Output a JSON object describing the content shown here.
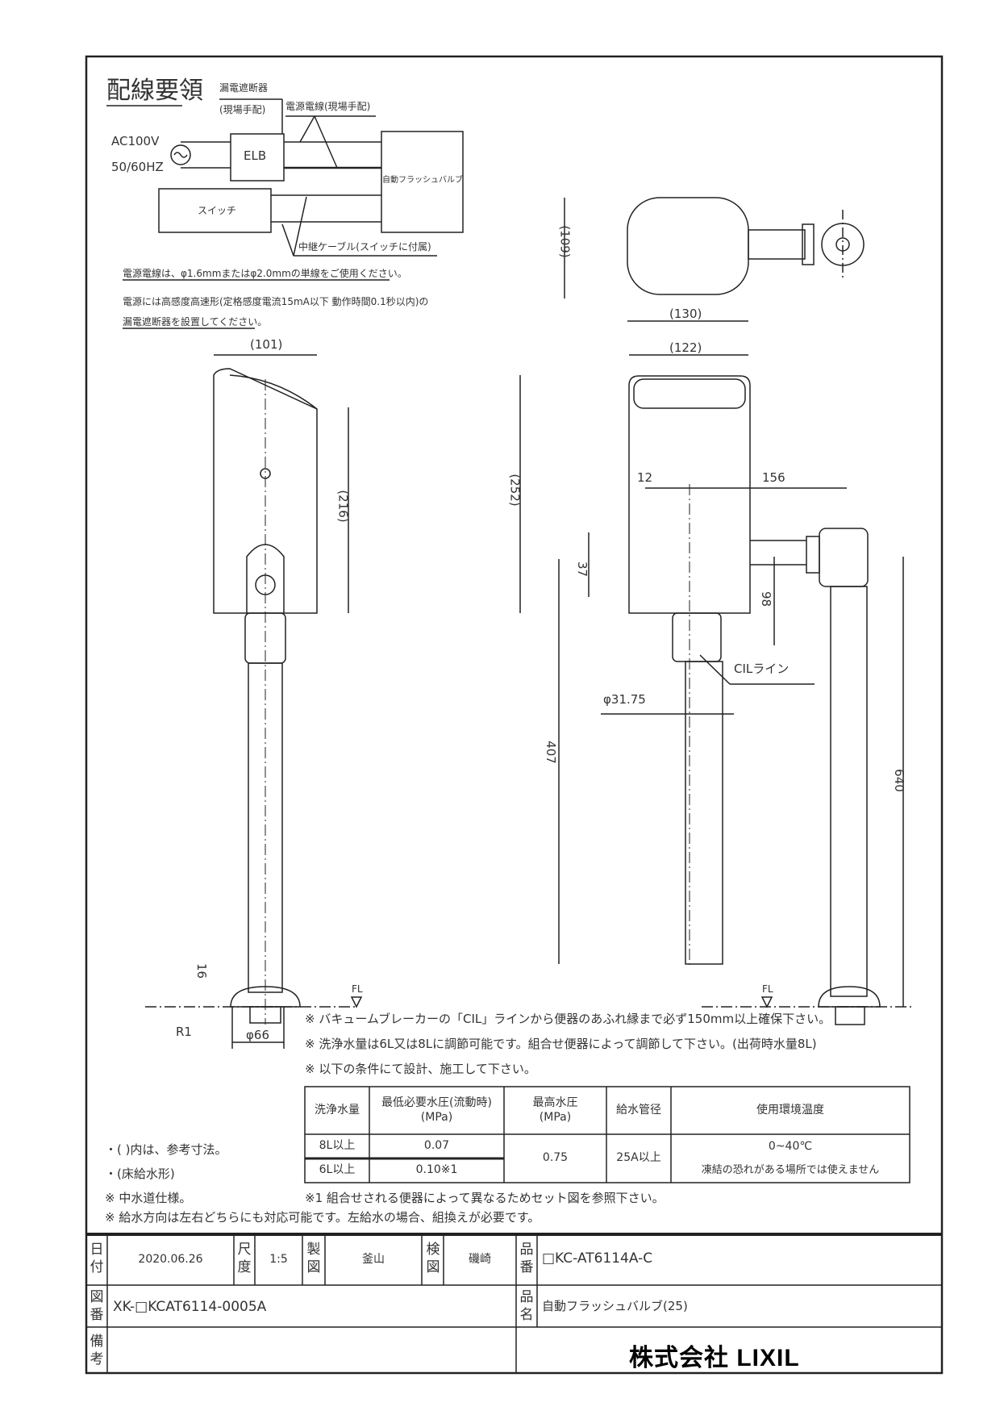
{
  "wiring": {
    "title": "配線要領",
    "elcb_label": "漏電遮断器",
    "elcb_note": "(現場手配)",
    "power_wire": "電源電線(現場手配)",
    "ac": "AC100V",
    "freq": "50/60HZ",
    "elb": "ELB",
    "valve": "自動フラッシュバルブ",
    "switch": "スイッチ",
    "relay_cable": "中継ケーブル(スイッチに付属)",
    "note1": "電源電線は、φ1.6mmまたはφ2.0mmの単線をご使用ください。",
    "note2": "電源には高感度高速形(定格感度電流15mA以下 動作時間0.1秒以内)の",
    "note3": "漏電遮断器を設置してください。"
  },
  "dimensions": {
    "top_depth": "(109)",
    "top_width": "(130)",
    "front_width": "(122)",
    "side_width": "(101)",
    "side_height": "(216)",
    "total_height": "(252)",
    "offset_12": "12",
    "offset_156": "156",
    "dim_37": "37",
    "dim_98": "98",
    "cil_line": "CILライン",
    "pipe_dia": "φ31.75",
    "dim_407": "407",
    "dim_640": "640",
    "dim_16": "16",
    "r1": "R1",
    "base_dia": "φ66",
    "fl_left": "FL",
    "fl_right": "FL"
  },
  "notes": [
    "※ バキュームブレーカーの「CIL」ラインから便器のあふれ縁まで必ず150mm以上確保下さい。",
    "※ 洗浄水量は6L又は8Lに調節可能です。組合せ便器によって調節して下さい。(出荷時水量8L)",
    "※ 以下の条件にて設計、施工して下さい。"
  ],
  "spec_table": {
    "headers": [
      "洗浄水量",
      "最低必要水圧(流動時)\n(MPa)",
      "最高水圧\n(MPa)",
      "給水管径",
      "使用環境温度"
    ],
    "rows": [
      {
        "volume": "8L以上",
        "min_pressure": "0.07"
      },
      {
        "volume": "6L以上",
        "min_pressure": "0.10※1"
      }
    ],
    "max_pressure": "0.75",
    "pipe_size": "25A以上",
    "temp": "0~40℃",
    "temp_note": "凍結の恐れがある場所では使えません"
  },
  "side_notes": [
    "・(  )内は、参考寸法。",
    "・(床給水形)",
    "※ 中水道仕様。"
  ],
  "footnote1": "※1 組合せされる便器によって異なるためセット図を参照下さい。",
  "footnote2": "※ 給水方向は左右どちらにも対応可能です。左給水の場合、組換えが必要です。",
  "title_block": {
    "date_label": "日付",
    "date": "2020.06.26",
    "scale_label": "尺度",
    "scale": "1:5",
    "drawn_label": "製図",
    "drawn": "釜山",
    "checked_label": "検図",
    "checked": "磯崎",
    "part_no_label": "品番",
    "part_no": "□KC-AT6114A-C",
    "drawing_no_label": "図番",
    "drawing_no": "XK-□KCAT6114-0005A",
    "product_label": "品名",
    "product": "自動フラッシュバルブ(25)",
    "remarks_label": "備考",
    "company": "株式会社 LIXIL"
  }
}
